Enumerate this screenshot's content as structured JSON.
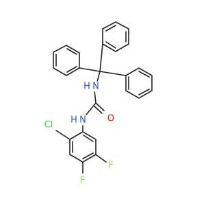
{
  "atoms": [
    {
      "id": "N_trityl",
      "label": "N",
      "color": "#3050f8"
    },
    {
      "id": "N_aryl",
      "label": "N",
      "color": "#3050f8"
    },
    {
      "id": "H_trityl",
      "label": "H",
      "color": "#3050f8"
    },
    {
      "id": "H_aryl",
      "label": "H",
      "color": "#3050f8"
    },
    {
      "id": "O",
      "label": "O",
      "color": "#ff0d0d"
    },
    {
      "id": "Cl",
      "label": "Cl",
      "color": "#1ff01f"
    },
    {
      "id": "F5",
      "label": "F",
      "color": "#90e050"
    },
    {
      "id": "F4",
      "label": "F",
      "color": "#90e050"
    }
  ],
  "colors": {
    "bond": "#222222",
    "background": "#ffffff"
  }
}
